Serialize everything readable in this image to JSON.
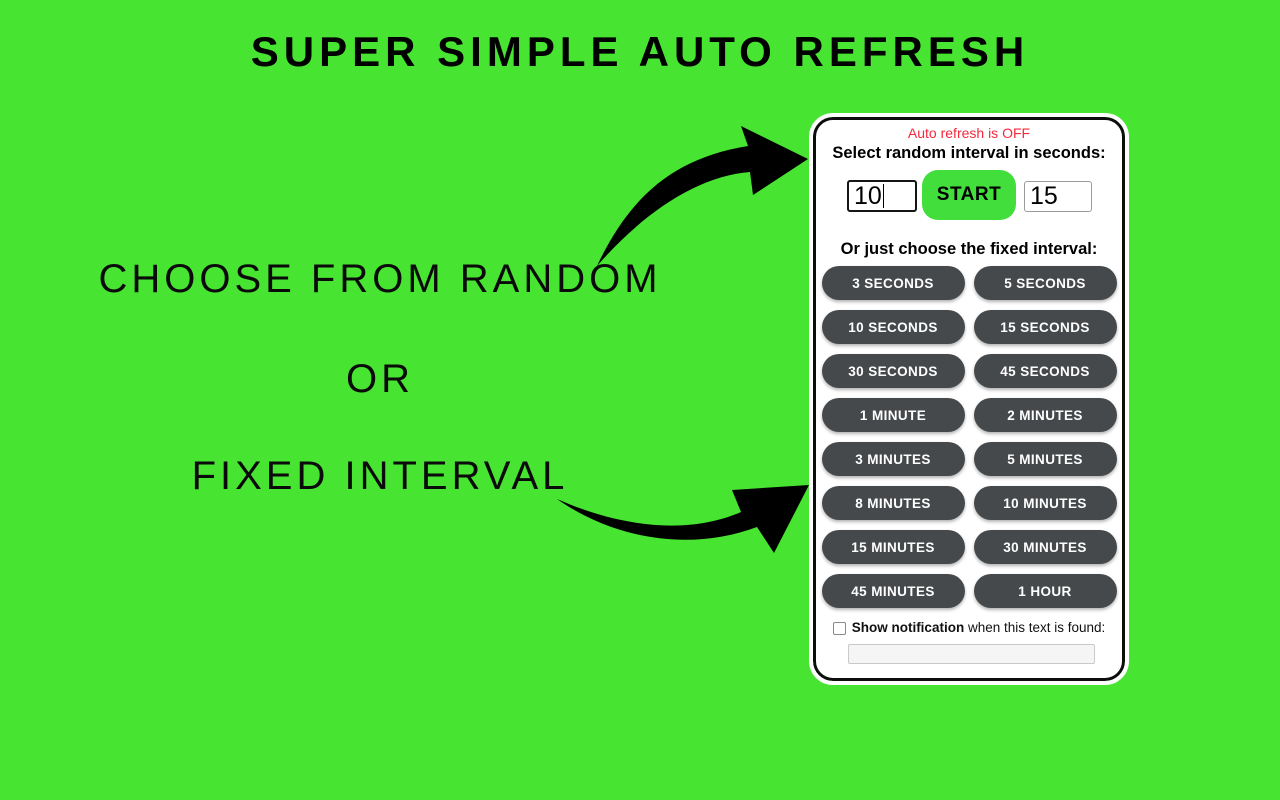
{
  "colors": {
    "background_green": "#47E431",
    "start_button_green": "#42DE3C",
    "interval_button_gray": "#46494B",
    "status_red": "#F5293D",
    "panel_border_black": "#0D0D0D",
    "panel_background": "#FFFFFF"
  },
  "header": {
    "title": "SUPER SIMPLE AUTO REFRESH"
  },
  "tagline": {
    "line1": "CHOOSE FROM RANDOM",
    "line2": "OR",
    "line3": "FIXED INTERVAL"
  },
  "icons": {
    "top_arrow": "curved-arrow-right",
    "bottom_arrow": "curved-arrow-right"
  },
  "panel": {
    "status_text": "Auto refresh is OFF",
    "random_section": {
      "heading": "Select random interval in seconds:",
      "min_value": "10",
      "start_label": "START",
      "max_value": "15"
    },
    "fixed_section": {
      "heading": "Or just choose the fixed interval:",
      "buttons": [
        "3 SECONDS",
        "5 SECONDS",
        "10 SECONDS",
        "15 SECONDS",
        "30 SECONDS",
        "45 SECONDS",
        "1 MINUTE",
        "2 MINUTES",
        "3 MINUTES",
        "5 MINUTES",
        "8 MINUTES",
        "10 MINUTES",
        "15 MINUTES",
        "30 MINUTES",
        "45 MINUTES",
        "1 HOUR"
      ]
    },
    "notification": {
      "checked": false,
      "label_bold": "Show notification",
      "label_rest": " when this text is found:",
      "text_value": ""
    }
  }
}
